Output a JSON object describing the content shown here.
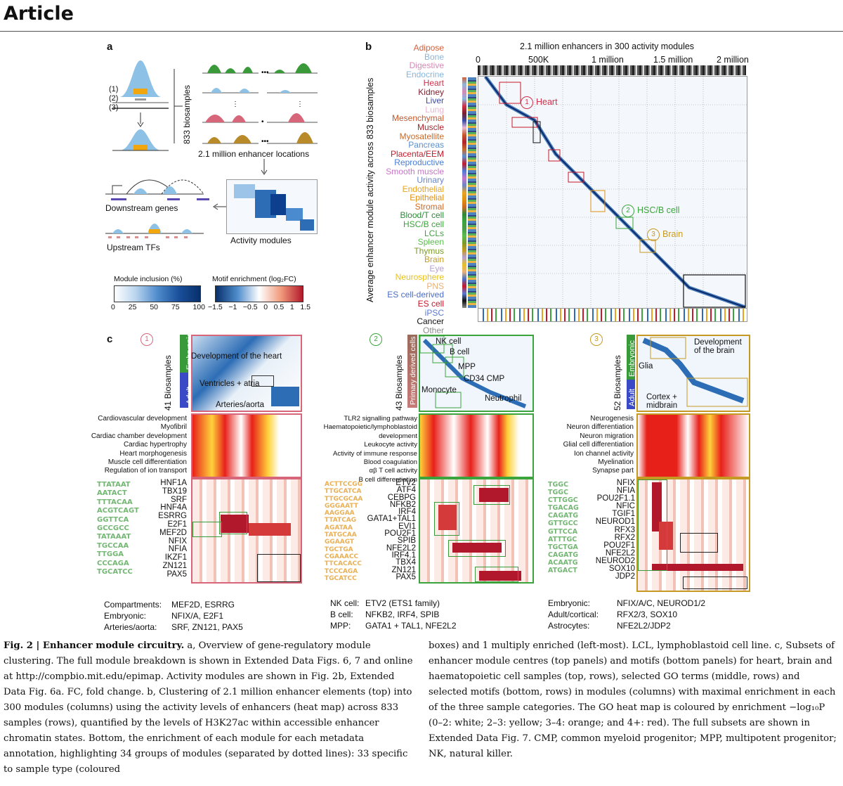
{
  "header": {
    "title": "Article"
  },
  "panel_a": {
    "label": "a",
    "markers": [
      "(1)",
      "(2)",
      "(3)"
    ],
    "biosamples": "833 biosamples",
    "enhancers": "2.1 million enhancer locations",
    "downstream": "Downstream genes",
    "upstream": "Upstream TFs",
    "modules": "Activity modules",
    "legend_inclusion": "Module inclusion (%)",
    "legend_inclusion_ticks": [
      "0",
      "25",
      "50",
      "75",
      "100"
    ],
    "legend_motif": "Motif enrichment (log₂FC)",
    "legend_motif_ticks": [
      "−1.5",
      "−1",
      "−0.5",
      "0",
      "0.5",
      "1",
      "1.5"
    ]
  },
  "panel_b": {
    "label": "b",
    "title": "2.1 million enhancers in 300 activity modules",
    "x_ticks": [
      "0",
      "500K",
      "1 million",
      "1.5 million",
      "2 million"
    ],
    "ylabel": "Average enhancer module activity across 833 biosamples",
    "groups": [
      {
        "name": "Adipose",
        "color": "#d45f3b"
      },
      {
        "name": "Bone",
        "color": "#8eb5d9"
      },
      {
        "name": "Digestive",
        "color": "#d68ab5"
      },
      {
        "name": "Endocrine",
        "color": "#86b6e0"
      },
      {
        "name": "Heart",
        "color": "#d1304a"
      },
      {
        "name": "Kidney",
        "color": "#7b1f2b"
      },
      {
        "name": "Liver",
        "color": "#3a49a6"
      },
      {
        "name": "Lung",
        "color": "#e8b8d0"
      },
      {
        "name": "Mesenchymal",
        "color": "#c4592d"
      },
      {
        "name": "Muscle",
        "color": "#b0232b"
      },
      {
        "name": "Myosatellite",
        "color": "#c96a2a"
      },
      {
        "name": "Pancreas",
        "color": "#5a8fd0"
      },
      {
        "name": "Placenta/EEM",
        "color": "#c71a2a"
      },
      {
        "name": "Reproductive",
        "color": "#4a7dd6"
      },
      {
        "name": "Smooth muscle",
        "color": "#c774c8"
      },
      {
        "name": "Urinary",
        "color": "#6a86c8"
      },
      {
        "name": "Endothelial",
        "color": "#e8a420"
      },
      {
        "name": "Epithelial",
        "color": "#e09010"
      },
      {
        "name": "Stromal",
        "color": "#d06a20"
      },
      {
        "name": "Blood/T cell",
        "color": "#2f8a3a"
      },
      {
        "name": "HSC/B cell",
        "color": "#3ca43c"
      },
      {
        "name": "LCLs",
        "color": "#4a9b4a"
      },
      {
        "name": "Spleen",
        "color": "#5bbd4d"
      },
      {
        "name": "Thymus",
        "color": "#7b9a2a"
      },
      {
        "name": "Brain",
        "color": "#c69a22"
      },
      {
        "name": "Eye",
        "color": "#b6a0d2"
      },
      {
        "name": "Neurosphere",
        "color": "#e8c020"
      },
      {
        "name": "PNS",
        "color": "#e8b078"
      },
      {
        "name": "ES cell-derived",
        "color": "#4a6ec6"
      },
      {
        "name": "ES cell",
        "color": "#c8182a"
      },
      {
        "name": "iPSC",
        "color": "#5a7ad0"
      },
      {
        "name": "Cancer",
        "color": "#111111"
      },
      {
        "name": "Other",
        "color": "#8a8a8a"
      }
    ],
    "annotations": [
      {
        "num": "1",
        "label": "Heart",
        "color": "#d1304a"
      },
      {
        "num": "2",
        "label": "HSC/B cell",
        "color": "#3ca43c"
      },
      {
        "num": "3",
        "label": "Brain",
        "color": "#c69a22"
      }
    ]
  },
  "panel_c": {
    "label": "c",
    "heart": {
      "num": "1",
      "biosamples": "41 Biosamples",
      "bands": [
        "Embryonic",
        "Adult"
      ],
      "callouts": [
        "Development of the heart",
        "Ventricles + atria",
        "Arteries/aorta"
      ],
      "go_terms": [
        "Cardiovascular development",
        "Myofibril",
        "Cardiac chamber development",
        "Cardiac hypertrophy",
        "Heart morphogenesis",
        "Muscle cell differentiation",
        "Regulation of ion transport"
      ],
      "motifs": [
        "HNF1A",
        "TBX19",
        "SRF",
        "HNF4A",
        "ESRRG",
        "E2F1",
        "MEF2D",
        "NFIX",
        "NFIA",
        "IKZF1",
        "ZN121",
        "PAX5"
      ],
      "summary": [
        {
          "k": "Compartments:",
          "v": "MEF2D, ESRRG"
        },
        {
          "k": "Embryonic:",
          "v": "NFIX/A, E2F1"
        },
        {
          "k": "Arteries/aorta:",
          "v": "SRF, ZN121, PAX5"
        }
      ]
    },
    "blood": {
      "num": "2",
      "biosamples": "43 Biosamples",
      "bands": [
        "Primary derived cells"
      ],
      "callouts": [
        "NK cell",
        "B cell",
        "MPP",
        "CD34 CMP",
        "Monocyte",
        "Neutrophil"
      ],
      "go_terms": [
        "TLR2 signalling pathway",
        "Haematopoietic/lymphoblastoid development",
        "Leukocyte activity",
        "Activity of immune response",
        "Blood coagulation",
        "αβ T cell activity",
        "B cell differentiation"
      ],
      "motifs": [
        "ETV2",
        "ATF4",
        "CEBPG",
        "NFKB2",
        "IRF4",
        "GATA1+TAL1",
        "EVI1",
        "POU2F1",
        "SPIB",
        "NFE2L2",
        "IRF4.1",
        "TBX4",
        "ZN121",
        "PAX5"
      ],
      "summary": [
        {
          "k": "NK cell:",
          "v": "ETV2 (ETS1 family)"
        },
        {
          "k": "B cell:",
          "v": "NFKB2, IRF4, SPIB"
        },
        {
          "k": "MPP:",
          "v": "GATA1 + TAL1, NFE2L2"
        }
      ]
    },
    "brain": {
      "num": "3",
      "biosamples": "52 Biosamples",
      "bands": [
        "Embryonic",
        "Adult"
      ],
      "callouts": [
        "Development of the brain",
        "Glia",
        "Cortex + midbrain"
      ],
      "go_terms": [
        "Neurogenesis",
        "Neuron differentiation",
        "Neuron migration",
        "Glial cell differentiation",
        "Ion channel activity",
        "Myelination",
        "Synapse part"
      ],
      "motifs": [
        "NFIX",
        "NFIA",
        "POU2F1.1",
        "NFIC",
        "TGIF1",
        "NEUROD1",
        "RFX3",
        "RFX2",
        "POU2F1",
        "NFE2L2",
        "NEUROD2",
        "SOX10",
        "JDP2"
      ],
      "summary": [
        {
          "k": "Embryonic:",
          "v": "NFIX/A/C, NEUROD1/2"
        },
        {
          "k": "Adult/cortical:",
          "v": "RFX2/3, SOX10"
        },
        {
          "k": "Astrocytes:",
          "v": "NFE2L2/JDP2"
        }
      ]
    }
  },
  "caption": {
    "lead": "Fig. 2 | Enhancer module circuitry.",
    "left_rest": " a, Overview of gene-regulatory module clustering. The full module breakdown is shown in Extended Data Figs. 6, 7 and online at http://compbio.mit.edu/epimap. Activity modules are shown in Fig. 2b, Extended Data Fig. 6a. FC, fold change. b, Clustering of 2.1 million enhancer elements (top) into 300 modules (columns) using the activity levels of enhancers (heat map) across 833 samples (rows), quantified by the levels of H3K27ac within accessible enhancer chromatin states. Bottom, the enrichment of each module for each metadata annotation, highlighting 34 groups of modules (separated by dotted lines): 33 specific to sample type (coloured",
    "right": "boxes) and 1 multiply enriched (left-most). LCL, lymphoblastoid cell line. c, Subsets of enhancer module centres (top panels) and motifs (bottom panels) for heart, brain and haematopoietic cell samples (top, rows), selected GO terms (middle, rows) and selected motifs (bottom, rows) in modules (columns) with maximal enrichment in each of the three sample categories. The GO heat map is coloured by enrichment −log₁₀P (0–2: white; 2–3: yellow; 3–4: orange; and 4+: red). The full subsets are shown in Extended Data Fig. 7. CMP, common myeloid progenitor; MPP, multipotent progenitor; NK, natural killer."
  }
}
